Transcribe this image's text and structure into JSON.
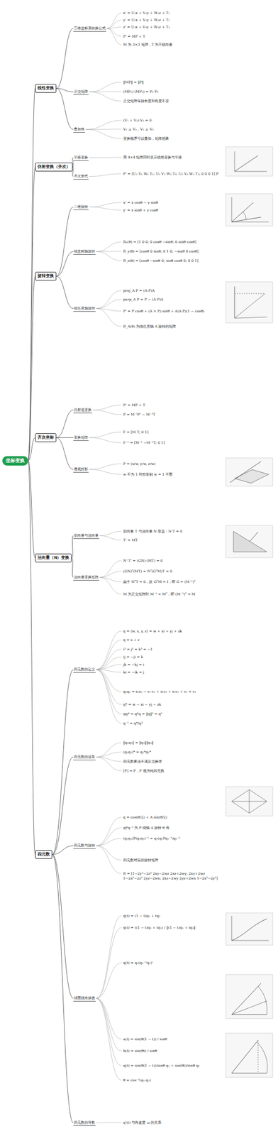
{
  "diagram": {
    "nodes": [
      {
        "text": [
          "坐标变换"
        ]
      },
      {
        "text": [
          "线性变换"
        ]
      },
      {
        "text": [
          "仿射变换（齐次）"
        ]
      },
      {
        "text": [
          "旋转变换"
        ]
      },
      {
        "text": [
          "齐次坐标"
        ]
      },
      {
        "text": [
          "法向量（N）变换"
        ]
      },
      {
        "text": [
          "四元数"
        ]
      },
      {
        "text": [
          "三维坐标系转换公式"
        ]
      },
      {
        "text": [
          "正交矩阵"
        ]
      },
      {
        "text": [
          "叠加性"
        ]
      },
      {
        "text": [
          "平移变换"
        ]
      },
      {
        "text": [
          "齐次形式"
        ]
      },
      {
        "text": [
          "二维旋转"
        ]
      },
      {
        "text": [
          "绕坐标轴旋转"
        ]
      },
      {
        "text": [
          "绕任意轴旋转"
        ]
      },
      {
        "text": [
          "仿射逆变换"
        ]
      },
      {
        "text": [
          "变换矩阵"
        ]
      },
      {
        "text": [
          "透视投影"
        ]
      },
      {
        "text": [
          "切向量与法向量"
        ]
      },
      {
        "text": [
          "法向量变换矩阵"
        ]
      },
      {
        "text": [
          "四元数的定义"
        ]
      },
      {
        "text": [
          "四元数的运算"
        ]
      },
      {
        "text": [
          "四元数与旋转"
        ]
      },
      {
        "text": [
          "球面线性插值"
        ]
      },
      {
        "text": [
          "四元数的导数"
        ]
      }
    ],
    "edges": [
      {
        "from": 0,
        "to": 1,
        "arrow": "none"
      },
      {
        "from": 0,
        "to": 2,
        "arrow": "none"
      },
      {
        "from": 0,
        "to": 3,
        "arrow": "none"
      },
      {
        "from": 0,
        "to": 4,
        "arrow": "none"
      },
      {
        "from": 0,
        "to": 5,
        "arrow": "none"
      },
      {
        "from": 0,
        "to": 6,
        "arrow": "none"
      },
      {
        "from": 1,
        "to": 7,
        "arrow": "none"
      },
      {
        "from": 1,
        "to": 8,
        "arrow": "none"
      },
      {
        "from": 1,
        "to": 9,
        "arrow": "none"
      },
      {
        "from": 2,
        "to": 10,
        "arrow": "none"
      },
      {
        "from": 2,
        "to": 11,
        "arrow": "none"
      },
      {
        "from": 3,
        "to": 12,
        "arrow": "none"
      },
      {
        "from": 3,
        "to": 13,
        "arrow": "none"
      },
      {
        "from": 3,
        "to": 14,
        "arrow": "none"
      },
      {
        "from": 4,
        "to": 15,
        "arrow": "none"
      },
      {
        "from": 4,
        "to": 16,
        "arrow": "none"
      },
      {
        "from": 4,
        "to": 17,
        "arrow": "none"
      },
      {
        "from": 5,
        "to": 18,
        "arrow": "none"
      },
      {
        "from": 5,
        "to": 19,
        "arrow": "none"
      },
      {
        "from": 6,
        "to": 20,
        "arrow": "none"
      },
      {
        "from": 6,
        "to": 21,
        "arrow": "none"
      },
      {
        "from": 6,
        "to": 22,
        "arrow": "none"
      },
      {
        "from": 6,
        "to": 23,
        "arrow": "none"
      },
      {
        "from": 6,
        "to": 24,
        "arrow": "none"
      }
    ],
    "labels": [
      "x' = U₁x + V₁y + W₁z + T₁",
      "y' = U₂x + V₂y + W₂z + T₂",
      "z' = U₃x + V₃y + W₃z + T₃",
      "P' = MP + T",
      "M 为 3×3 矩阵，T 为平移向量",
      "‖MP‖ = ‖P‖",
      "(MP₁)·(MP₂) = P₁·P₂",
      "正交矩阵保持长度和角度不变",
      "(V₁ + V₂)·V₃ = 0",
      "V₁ ⊥ V₃，V₂ ⊥ V₃",
      "变换顺序可以叠加，矩阵相乘",
      "用 4×4 矩阵同时表示线性变换与平移",
      "P' = [U₁ V₁ W₁ T₁; U₂ V₂ W₂ T₂; U₃ V₃ W₃ T₃; 0 0 0 1] P",
      "x' = x cosθ − y sinθ",
      "y' = x sinθ + y cosθ",
      "Rₓ(θ) = [1 0 0; 0 cosθ −sinθ; 0 sinθ cosθ]",
      "R_y(θ) = [cosθ 0 sinθ; 0 1 0; −sinθ 0 cosθ]",
      "R_z(θ) = [cosθ −sinθ 0; sinθ cosθ 0; 0 0 1]",
      "proj_A P = (A·P)A",
      "perp_A P = P − (A·P)A",
      "P' = P cosθ + (A × P) sinθ + A(A·P)(1 − cosθ)",
      "R_A(θ) 为绕任意轴 A 旋转的矩阵",
      "P' = MP + T",
      "P = M⁻¹P' − M⁻¹T",
      "F = [M T; 0 1]",
      "F⁻¹ = [M⁻¹ −M⁻¹T; 0 1]",
      "P = (x/w, y/w, z/w)",
      "w 不为 1 时投影到 w = 1 平面",
      "切向量 T 与法向量 N 垂直：N·T = 0",
      "T' = MT",
      "N'·T' = (GN)·(MT) = 0",
      "(GN)ᵀ(MT) = Nᵀ(GᵀM)T = 0",
      "由于 NᵀT = 0，故 GᵀM = I，即 G = (M⁻¹)ᵀ",
      "M 为正交矩阵时 M⁻¹ = Mᵀ，即 (M⁻¹)ᵀ = M",
      "q = ⟨w, x, y, z⟩ = w + xi + yj + zk",
      "q = s + v",
      "i² = j² = k² = −1",
      "ij = −ji = k",
      "jk = −kj = i",
      "ki = −ik = j",
      "q₁q₂ = s₁s₂ − v₁·v₂ + s₁v₂ + s₂v₁ + v₁ × v₂",
      "q* = w − xi − yj − zk",
      "qq* = q*q = ‖q‖² = q²",
      "q⁻¹ = q*/q²",
      "‖q₁q₂‖ = ‖q₁‖‖q₂‖",
      "(q₁q₂)* = q₂*q₁*",
      "四元数乘法不满足交换律",
      "[P] = P，P 视为纯四元数",
      "q = cos(θ/2) + A sin(θ/2)",
      "qPq⁻¹ 为 P 绕轴 A 旋转 θ 角",
      "(q₂q₁)P(q₂q₁)⁻¹ = q₂(q₁Pq₁⁻¹)q₂⁻¹",
      "四元数对应的旋转矩阵",
      "R = [1−2y²−2z²  2xy−2wz  2xz+2wy; 2xy+2wz  1−2x²−2z²  2yz−2wx; 2xz−2wy  2yz+2wx  1−2x²−2y²]",
      "q(t) = (1 − t)q₁ + tq₂",
      "q(t) = ((1 − t)q₁ + tq₂) / ‖(1 − t)q₁ + tq₂‖",
      "q(t) = q₁(q₁⁻¹q₂)ᵗ",
      "a(t) = sin(θ(1 − t)) / sinθ",
      "b(t) = sin(θt) / sinθ",
      "q(t) = sin(θ(1 − t))/sinθ q₁ + sin(θt)/sinθ q₂",
      "θ = cos⁻¹(q₁·q₂)",
      "q'(t) 与角速度 ω 的关系"
    ]
  }
}
